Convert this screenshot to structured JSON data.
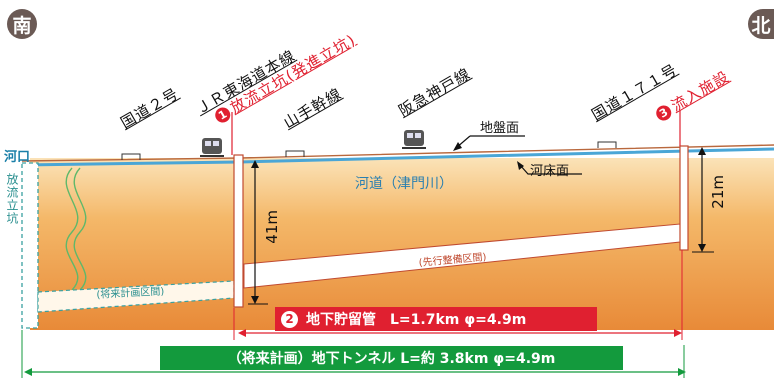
{
  "directions": {
    "south": "南",
    "north": "北"
  },
  "labels": {
    "route2": "国道２号",
    "jr": "ＪＲ東海道本線",
    "shaft1": "放流立坑(発進立坑)",
    "yamate": "山手幹線",
    "hankyu": "阪急神戸線",
    "route171": "国道１７１号",
    "inflow": "流入施設",
    "ground": "地盤面",
    "river_bed": "河床面",
    "river": "河道（津門川）",
    "estuary": "河口",
    "discharge_shaft": "放流立坑",
    "future_section": "(将来計画区間)",
    "prior_section": "(先行整備区間)",
    "depth_41": "41m",
    "depth_21": "21m"
  },
  "numbers": {
    "n1": "1",
    "n2": "2",
    "n3": "3"
  },
  "pipe": {
    "label": "地下貯留管　L=1.7km φ=4.9m"
  },
  "tunnel": {
    "label": "（将来計画）地下トンネル L=約 3.8km φ=4.9m"
  },
  "colors": {
    "red": "#e02030",
    "green": "#139a3d",
    "soil_top": "#f6c685",
    "soil_bottom": "#e58a3a",
    "river": "#2a8fb8",
    "badge": "#6b5a55"
  }
}
